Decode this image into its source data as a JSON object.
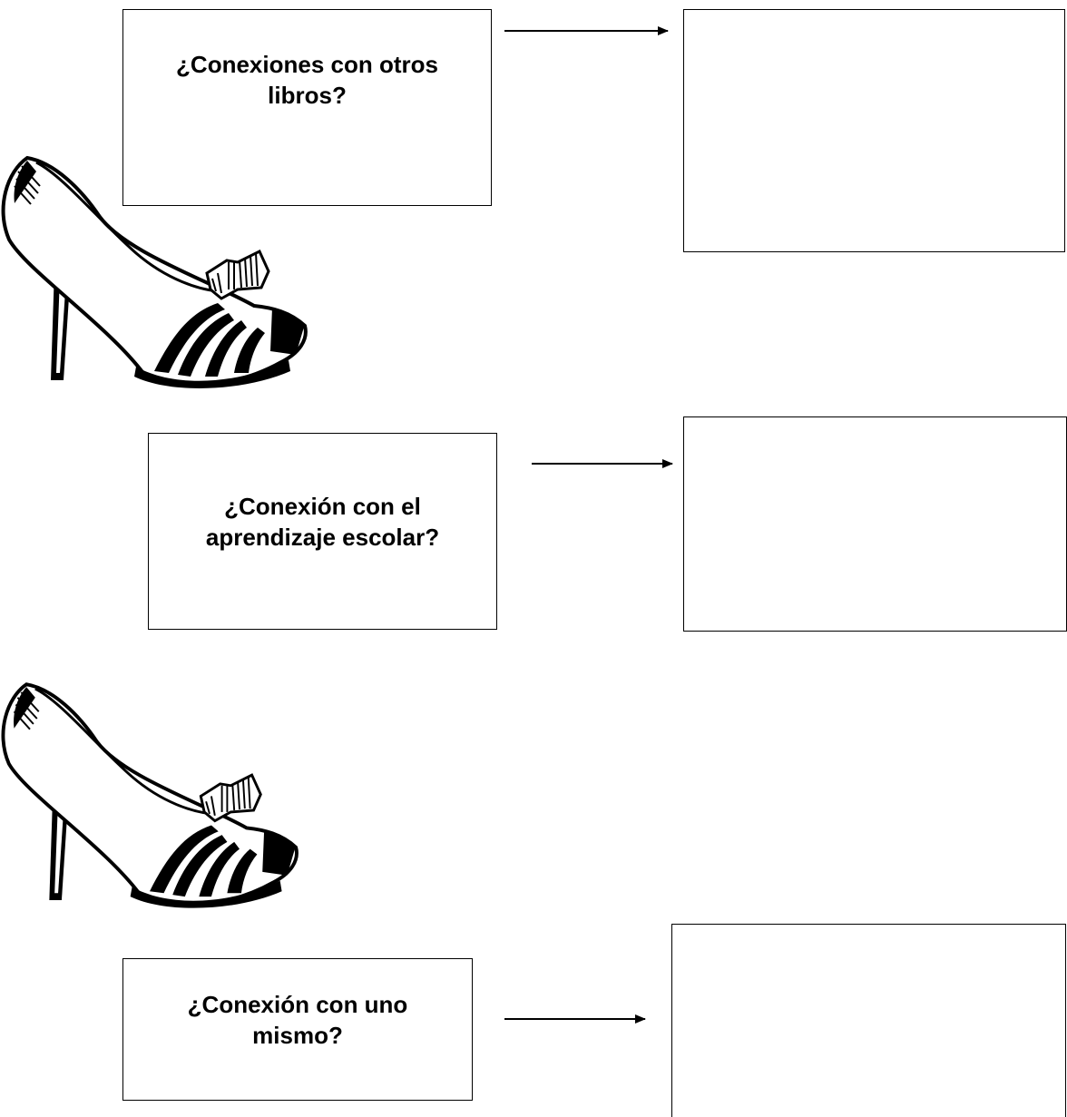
{
  "prompts": [
    {
      "label": "¿Conexiones con otros\nlibros?"
    },
    {
      "label": "¿Conexión con el\naprendizaje escolar?"
    },
    {
      "label": "¿Conexión con uno\nmismo?"
    }
  ],
  "answers": [
    {
      "value": ""
    },
    {
      "value": ""
    },
    {
      "value": ""
    }
  ],
  "icons": {
    "shoe": "high-heel-shoe-icon",
    "arrow": "arrow-right-icon"
  }
}
